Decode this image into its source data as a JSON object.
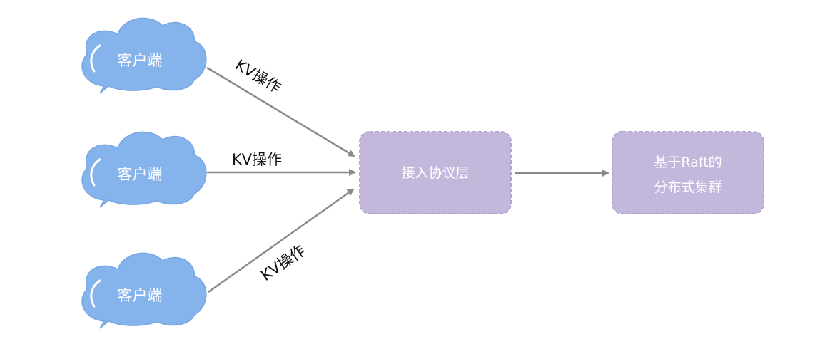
{
  "colors": {
    "cloud_fill": "#85b3ec",
    "cloud_outline": "#76a6e2",
    "box_fill": "#c3b8dc",
    "box_outline": "#b1a4cf",
    "arrow": "#8a8a8a",
    "edge_text": "#111111",
    "node_text": "#ffffff"
  },
  "clients": [
    {
      "label": "客户端"
    },
    {
      "label": "客户端"
    },
    {
      "label": "客户端"
    }
  ],
  "edges": {
    "client_to_protocol": [
      {
        "label": "KV操作"
      },
      {
        "label": "KV操作"
      },
      {
        "label": "KV操作"
      }
    ],
    "protocol_to_cluster": {
      "label": ""
    }
  },
  "protocol_layer": {
    "label": "接入协议层"
  },
  "raft_cluster": {
    "lines": [
      "基于Raft的",
      "分布式集群"
    ]
  }
}
